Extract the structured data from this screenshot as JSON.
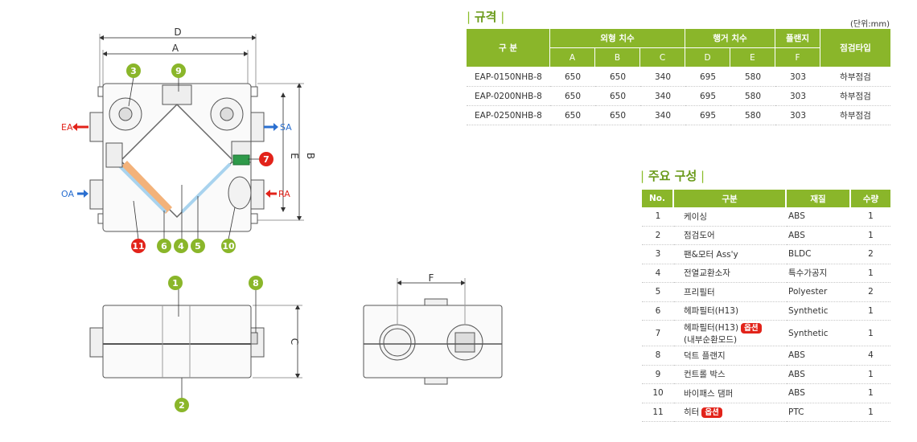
{
  "drawing": {
    "dim_labels": {
      "D": "D",
      "A": "A",
      "B": "B",
      "E": "E",
      "C": "C",
      "F": "F"
    },
    "flows": {
      "ea": "EA",
      "sa": "SA",
      "oa": "OA",
      "ra": "RA"
    },
    "callouts": [
      "1",
      "2",
      "3",
      "4",
      "5",
      "6",
      "7",
      "8",
      "9",
      "10",
      "11"
    ],
    "colors": {
      "green": "#8ab62a",
      "red": "#e2231a",
      "blue": "#2a6fd0",
      "arrow_red": "#e2231a",
      "filter_orange": "#f3b27a",
      "filter_blue": "#a9d3ee"
    }
  },
  "spec": {
    "title": "규격",
    "unit": "(단위:mm)",
    "header": {
      "category": "구 분",
      "outer": "외형 치수",
      "hanger": "행거 치수",
      "flange": "플랜지",
      "inspection": "점검타입",
      "sub": [
        "A",
        "B",
        "C",
        "D",
        "E",
        "F"
      ]
    },
    "rows": [
      {
        "model": "EAP-0150NHB-8",
        "A": "650",
        "B": "650",
        "C": "340",
        "D": "695",
        "E": "580",
        "F": "303",
        "type": "하부점검"
      },
      {
        "model": "EAP-0200NHB-8",
        "A": "650",
        "B": "650",
        "C": "340",
        "D": "695",
        "E": "580",
        "F": "303",
        "type": "하부점검"
      },
      {
        "model": "EAP-0250NHB-8",
        "A": "650",
        "B": "650",
        "C": "340",
        "D": "695",
        "E": "580",
        "F": "303",
        "type": "하부점검"
      }
    ]
  },
  "parts": {
    "title": "주요 구성",
    "header": {
      "no": "No.",
      "name": "구분",
      "material": "재질",
      "qty": "수량"
    },
    "option_label": "옵션",
    "rows": [
      {
        "no": "1",
        "name": "케이싱",
        "material": "ABS",
        "qty": "1"
      },
      {
        "no": "2",
        "name": "점검도어",
        "material": "ABS",
        "qty": "1"
      },
      {
        "no": "3",
        "name": "팬&모터 Ass'y",
        "material": "BLDC",
        "qty": "2"
      },
      {
        "no": "4",
        "name": "전열교환소자",
        "material": "특수가공지",
        "qty": "1"
      },
      {
        "no": "5",
        "name": "프리필터",
        "material": "Polyester",
        "qty": "2"
      },
      {
        "no": "6",
        "name": "헤파필터(H13)",
        "material": "Synthetic",
        "qty": "1"
      },
      {
        "no": "7",
        "name": "헤파필터(H13)",
        "name2": "(내부순환모드)",
        "material": "Synthetic",
        "qty": "1"
      },
      {
        "no": "8",
        "name": "덕트 플랜지",
        "material": "ABS",
        "qty": "4"
      },
      {
        "no": "9",
        "name": "컨트롤 박스",
        "material": "ABS",
        "qty": "1"
      },
      {
        "no": "10",
        "name": "바이패스 댐퍼",
        "material": "ABS",
        "qty": "1"
      },
      {
        "no": "11",
        "name": "히터",
        "material": "PTC",
        "qty": "1"
      }
    ]
  }
}
